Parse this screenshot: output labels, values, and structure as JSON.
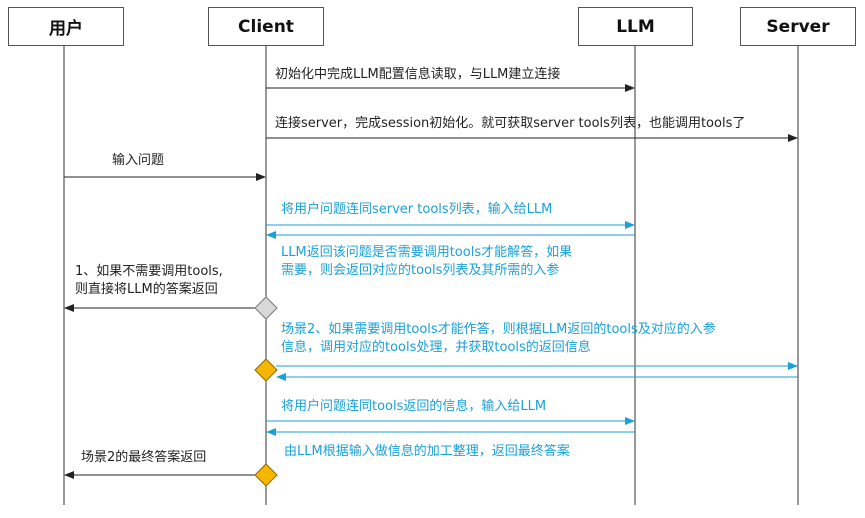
{
  "actors": {
    "user": "用户",
    "client": "Client",
    "llm": "LLM",
    "server": "Server"
  },
  "messages": {
    "m1": "初始化中完成LLM配置信息读取，与LLM建立连接",
    "m2": "连接server，完成session初始化。就可获取server tools列表，也能调用tools了",
    "m3": "输入问题",
    "m4": "将用户问题连同server tools列表，输入给LLM",
    "m5_line1": "LLM返回该问题是否需要调用tools才能解答，如果",
    "m5_line2": "需要，则会返回对应的tools列表及其所需的入参",
    "m6_line1": "1、如果不需要调用tools,",
    "m6_line2": "则直接将LLM的答案返回",
    "m7_line1": "场景2、如果需要调用tools才能作答，则根据LLM返回的tools及对应的入参",
    "m7_line2": "信息，调用对应的tools处理，并获取tools的返回信息",
    "m8": "将用户问题连同tools返回的信息，输入给LLM",
    "m9": "由LLM根据输入做信息的加工整理，返回最终答案",
    "m10": "场景2的最终答案返回"
  },
  "colors": {
    "black_arrow": "#222222",
    "blue_arrow": "#1AA0DB",
    "decision_gray": "#D9D9D9",
    "decision_gold": "#F5B700"
  }
}
